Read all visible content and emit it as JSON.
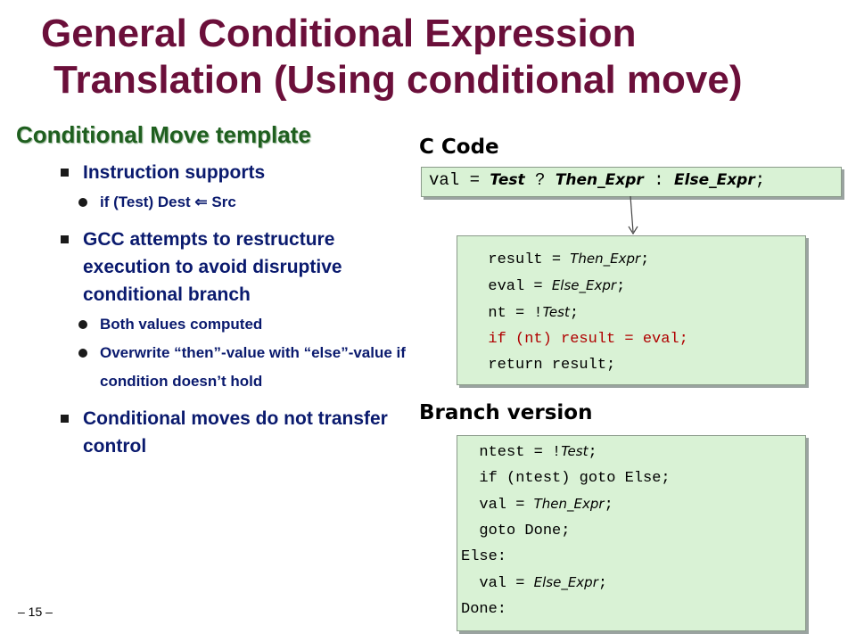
{
  "title": {
    "line1": "General Conditional Expression",
    "line2": "Translation (Using conditional move)"
  },
  "subtitle": "Conditional Move template",
  "bullets": [
    {
      "text": "Instruction supports",
      "subs": [
        "if (Test) Dest ⇐ Src"
      ]
    },
    {
      "text": "GCC attempts to restructure execution to avoid disruptive conditional branch",
      "subs": [
        "Both values computed",
        "Overwrite “then”-value with “else”-value if condition doesn’t hold"
      ]
    },
    {
      "text": "Conditional moves do not transfer control",
      "subs": []
    }
  ],
  "c_code": {
    "header": "C Code",
    "line": {
      "a": "val = ",
      "b": "Test",
      "c": " ? ",
      "d": "Then_Expr",
      "e": " : ",
      "f": "Else_Expr",
      "g": ";"
    }
  },
  "cmov_code": [
    {
      "a": "  result = ",
      "b": "Then_Expr",
      "c": ";"
    },
    {
      "a": "  eval = ",
      "b": "Else_Expr",
      "c": ";"
    },
    {
      "a": "  nt = !",
      "b": "Test",
      "c": ";"
    },
    {
      "a": "  if (nt) result = eval;",
      "b": "",
      "c": "",
      "red": true
    },
    {
      "a": "  return result;",
      "b": "",
      "c": ""
    }
  ],
  "branch": {
    "header": "Branch version",
    "lines": [
      {
        "a": "  ntest = !",
        "b": "Test",
        "c": ";"
      },
      {
        "a": "  if (ntest) goto Else;",
        "b": "",
        "c": ""
      },
      {
        "a": "  val = ",
        "b": "Then_Expr",
        "c": ";"
      },
      {
        "a": "  goto Done;",
        "b": "",
        "c": ""
      },
      {
        "a": "Else:",
        "b": "",
        "c": ""
      },
      {
        "a": "  val = ",
        "b": "Else_Expr",
        "c": ";"
      },
      {
        "a": "Done:",
        "b": "",
        "c": ""
      }
    ]
  },
  "page_number": "– 15 –",
  "colors": {
    "title": "#6b0f3a",
    "subtitle": "#1f5f1f",
    "bullets": "#0a1a6e",
    "box": "#d9f2d5",
    "highlight": "#b00000"
  }
}
